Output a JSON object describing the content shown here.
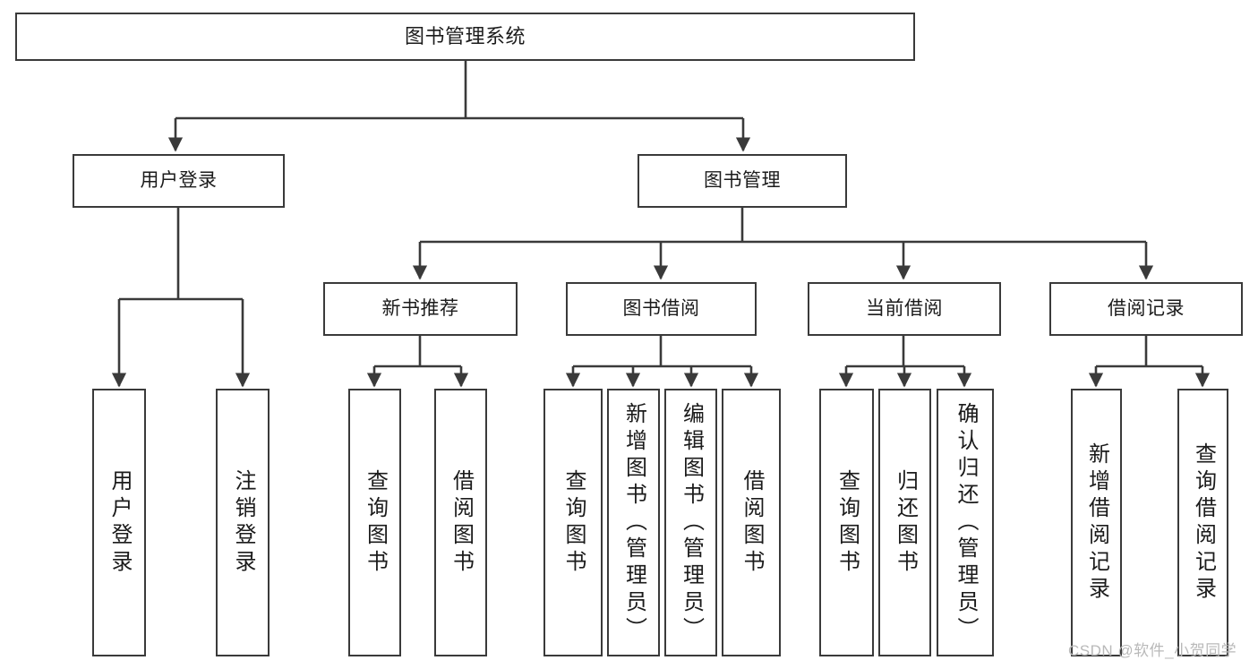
{
  "diagram": {
    "title": "图书管理系统",
    "watermark": "CSDN @软件_小贺同学",
    "colors": {
      "box_border": "#3a3a3a",
      "box_fill": "#ffffff",
      "connector": "#3a3a3a",
      "text": "#1b1b1b",
      "watermark": "#b9b9b9",
      "background": "#ffffff"
    },
    "levels": {
      "root": "图书管理系统",
      "level1": [
        "用户登录",
        "图书管理"
      ],
      "level2": [
        "新书推荐",
        "图书借阅",
        "当前借阅",
        "借阅记录"
      ]
    },
    "nodes": {
      "root": {
        "label": "图书管理系统"
      },
      "user_login": {
        "label": "用户登录"
      },
      "book_manage": {
        "label": "图书管理"
      },
      "new_book_rec": {
        "label": "新书推荐"
      },
      "book_borrow": {
        "label": "图书借阅"
      },
      "current_borrow": {
        "label": "当前借阅"
      },
      "borrow_record": {
        "label": "借阅记录"
      },
      "leaf_user_login": {
        "label": "用户登录"
      },
      "leaf_user_logout": {
        "label": "注销登录"
      },
      "leaf_rec_query": {
        "label": "查询图书"
      },
      "leaf_rec_borrow": {
        "label": "借阅图书"
      },
      "leaf_borrow_query": {
        "label": "查询图书"
      },
      "leaf_borrow_add": {
        "label": "新增图书（管理员）"
      },
      "leaf_borrow_edit": {
        "label": "编辑图书（管理员）"
      },
      "leaf_borrow_lend": {
        "label": "借阅图书"
      },
      "leaf_cur_query": {
        "label": "查询图书"
      },
      "leaf_cur_return": {
        "label": "归还图书"
      },
      "leaf_cur_confirm": {
        "label": "确认归还（管理员）"
      },
      "leaf_rec_add": {
        "label": "新增借阅记录"
      },
      "leaf_rec_query2": {
        "label": "查询借阅记录"
      }
    },
    "tree": [
      {
        "label": "图书管理系统",
        "children": [
          {
            "label": "用户登录",
            "children": [
              {
                "label": "用户登录"
              },
              {
                "label": "注销登录"
              }
            ]
          },
          {
            "label": "图书管理",
            "children": [
              {
                "label": "新书推荐",
                "children": [
                  {
                    "label": "查询图书"
                  },
                  {
                    "label": "借阅图书"
                  }
                ]
              },
              {
                "label": "图书借阅",
                "children": [
                  {
                    "label": "查询图书"
                  },
                  {
                    "label": "新增图书（管理员）"
                  },
                  {
                    "label": "编辑图书（管理员）"
                  },
                  {
                    "label": "借阅图书"
                  }
                ]
              },
              {
                "label": "当前借阅",
                "children": [
                  {
                    "label": "查询图书"
                  },
                  {
                    "label": "归还图书"
                  },
                  {
                    "label": "确认归还（管理员）"
                  }
                ]
              },
              {
                "label": "借阅记录",
                "children": [
                  {
                    "label": "新增借阅记录"
                  },
                  {
                    "label": "查询借阅记录"
                  }
                ]
              }
            ]
          }
        ]
      }
    ]
  }
}
